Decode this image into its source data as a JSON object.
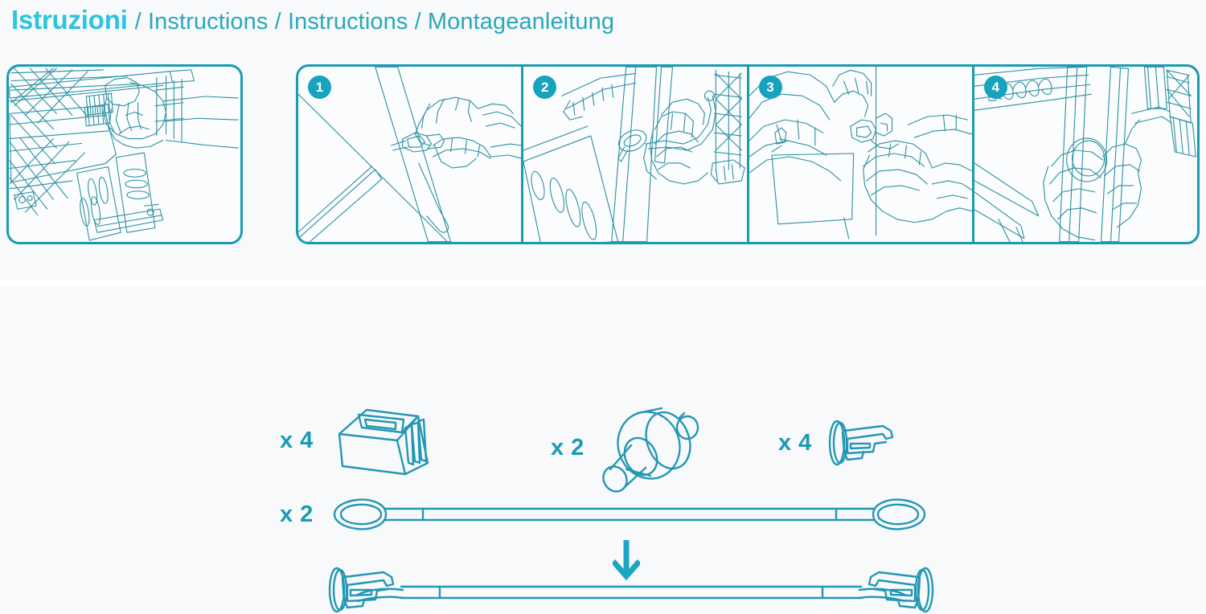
{
  "page": {
    "background_color": "#f8f9fb",
    "accent_color": "#1a9cb0",
    "title_color": "#2ec4dd",
    "subtitle_color": "#2aa8ba",
    "badge_color": "#17a2bd"
  },
  "header": {
    "title_primary": "Istruzioni",
    "title_rest": "/ Instructions / Instructions / Montageanleitung",
    "languages": [
      "Istruzioni",
      "Instructions",
      "Instructions",
      "Montageanleitung"
    ]
  },
  "instructions": {
    "hero_panel_name": "overview-illustration",
    "steps": [
      {
        "number": "1",
        "art_name": "hand-attaching-clip-to-strap"
      },
      {
        "number": "2",
        "art_name": "hand-threading-loop-around-pole"
      },
      {
        "number": "3",
        "art_name": "hands-clipping-hook-to-loop"
      },
      {
        "number": "4",
        "art_name": "hand-securing-strap-on-frame"
      }
    ]
  },
  "parts": {
    "items": [
      {
        "quantity": "x 4",
        "part_name": "wedge-bracket"
      },
      {
        "quantity": "x 2",
        "part_name": "roller-spool"
      },
      {
        "quantity": "x 4",
        "part_name": "hook-clip"
      },
      {
        "quantity": "x 2",
        "part_name": "loop-strap"
      }
    ],
    "assembly": {
      "arrow_name": "down-arrow",
      "result_name": "strap-with-hooks-assembled"
    }
  }
}
